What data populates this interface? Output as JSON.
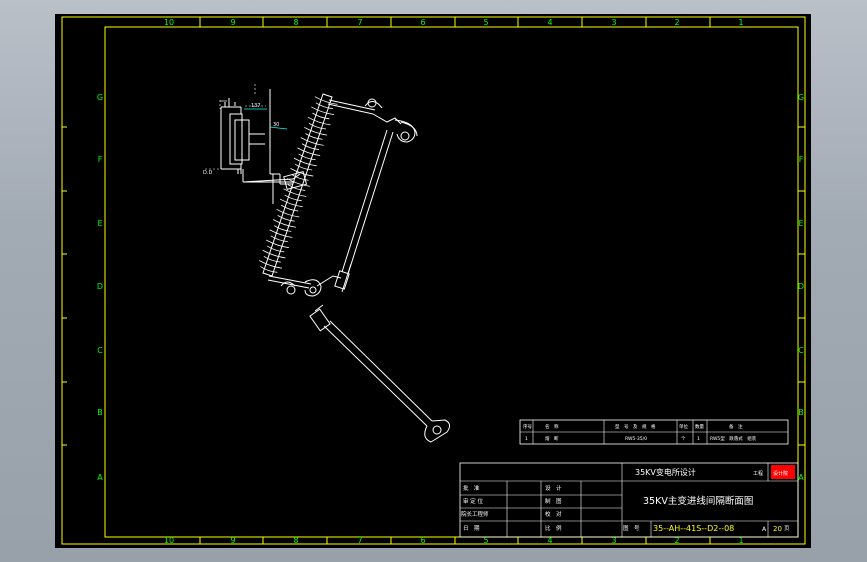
{
  "border": {
    "columns": [
      "10",
      "9",
      "8",
      "7",
      "6",
      "5",
      "4",
      "3",
      "2",
      "1"
    ],
    "rows": [
      "G",
      "F",
      "E",
      "D",
      "C",
      "B",
      "A"
    ]
  },
  "colors": {
    "background": "#000000",
    "frame": "#ffff00",
    "zone_labels": "#00ff00",
    "geometry": "#ffffff",
    "dimension": "#00ffff",
    "title_red": "#ff0000"
  },
  "dimensions": {
    "d1": "137",
    "d2": "30",
    "d3": "D.D"
  },
  "parts_list": {
    "header": [
      "序号",
      "名　称",
      "型　号　及　规　格",
      "单位",
      "数量",
      "备　注"
    ],
    "row1": [
      "1",
      "熔　断",
      "RW5-35/0",
      "个",
      "1",
      "RW5型　跌落式　组装"
    ]
  },
  "title_block": {
    "project": "35KV变电所设计",
    "stage": "工程",
    "logo_text": "设计院",
    "drawing_title": "35KV主变进线间隔断面图",
    "left_labels": [
      "批　准",
      "审 定 位",
      "院长工程师",
      "日　期"
    ],
    "mid_labels": [
      "设　计",
      "制　图",
      "校　对",
      "比　例"
    ],
    "drawing_no_label": "图　号",
    "drawing_no": "35--AH--41S--D2--08",
    "sheet": "A",
    "sheet_no": "20",
    "sheet_suffix": "页"
  }
}
